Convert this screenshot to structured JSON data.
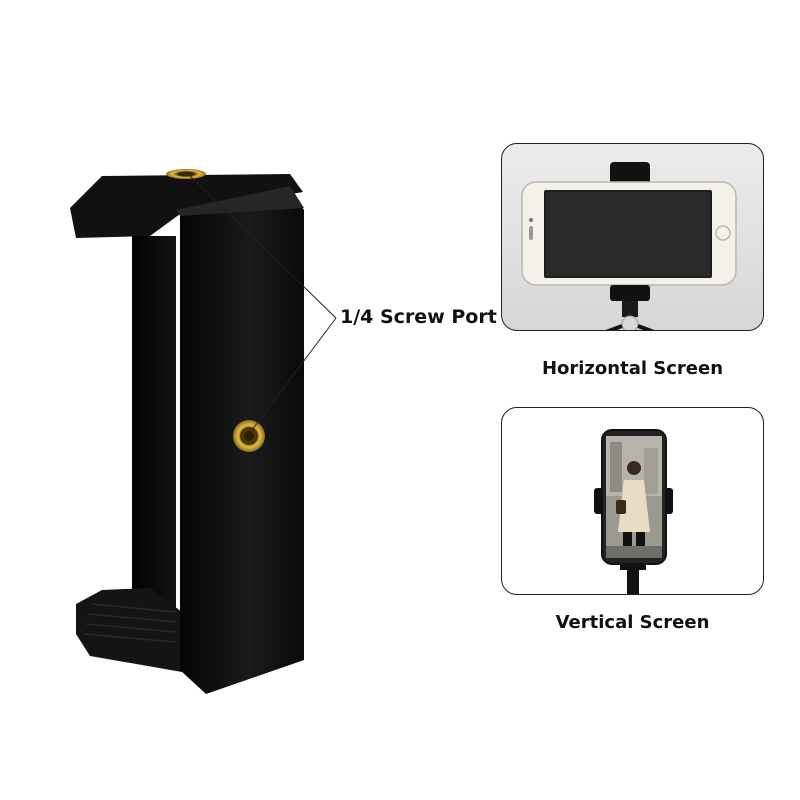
{
  "callout": {
    "label": "1/4 Screw Port"
  },
  "panels": [
    {
      "caption": "Horizontal Screen"
    },
    {
      "caption": "Vertical Screen"
    }
  ],
  "colors": {
    "holder_body": "#0d0d0d",
    "brass": "#c9a227",
    "panel_border": "#222222"
  }
}
